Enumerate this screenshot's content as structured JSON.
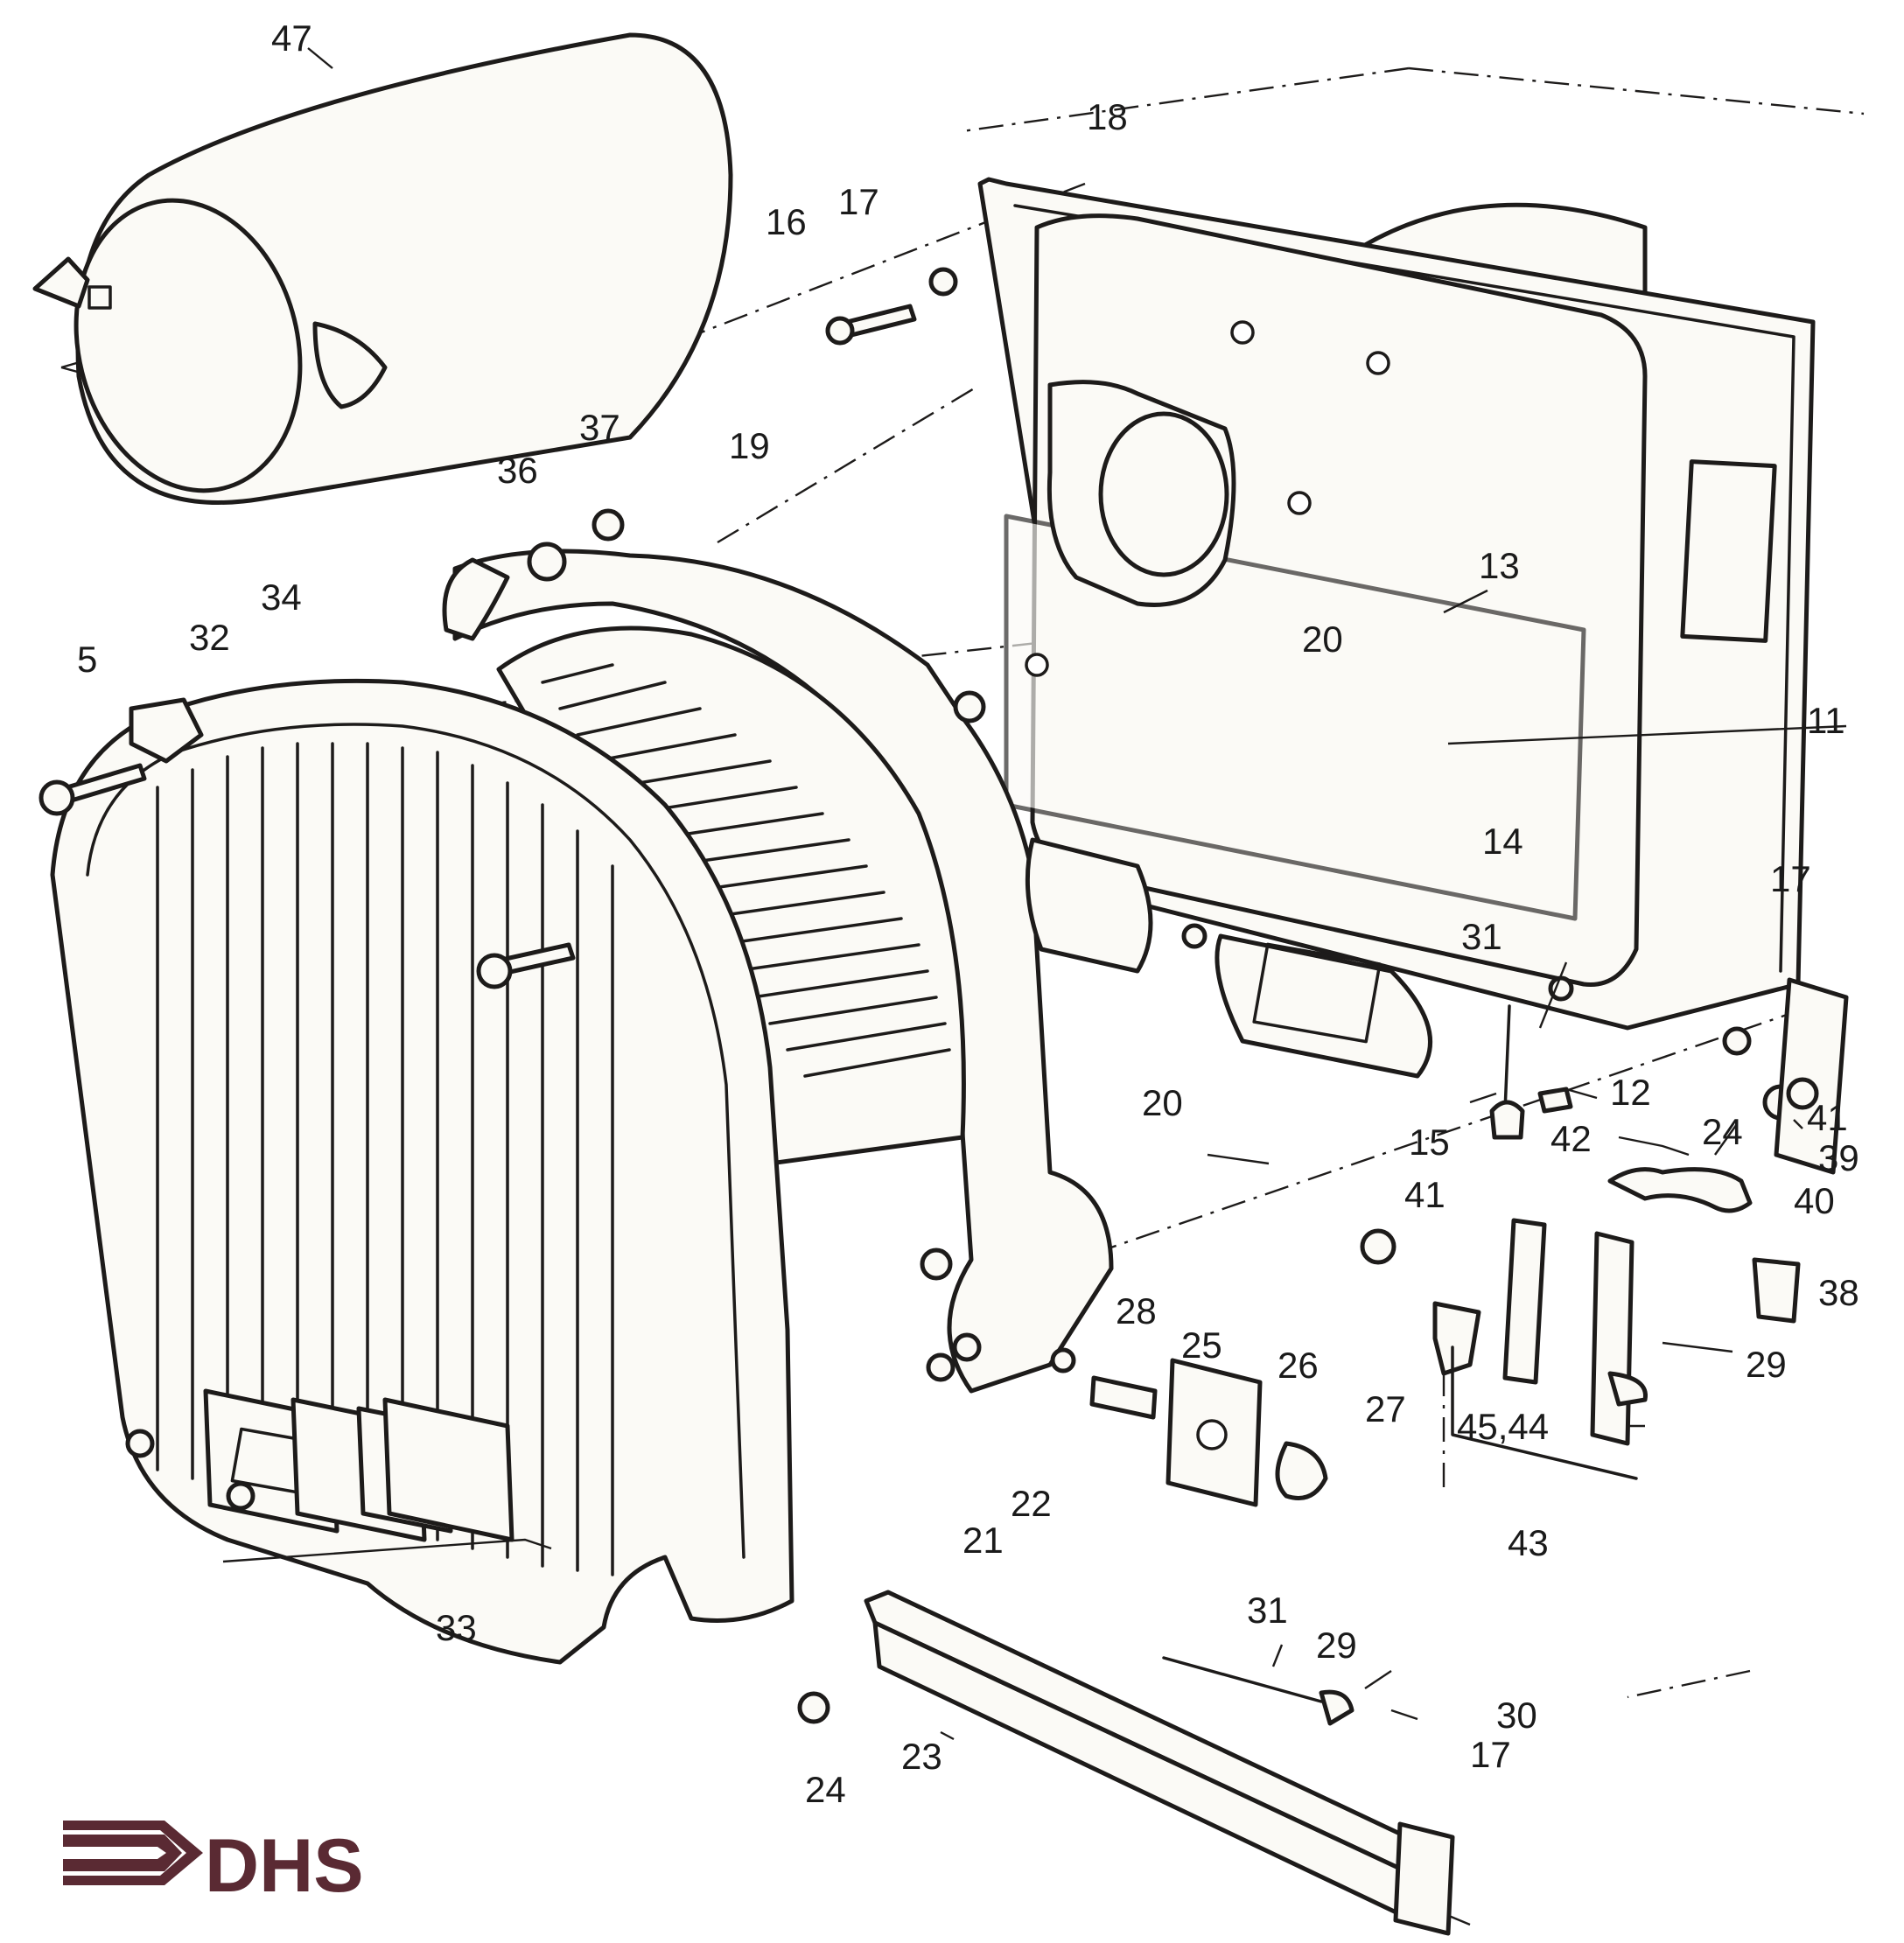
{
  "callouts": [
    "47",
    "18",
    "17",
    "16",
    "37",
    "19",
    "36",
    "34",
    "32",
    "5",
    "13",
    "20",
    "11",
    "14",
    "17",
    "31",
    "12",
    "15",
    "42",
    "24",
    "41",
    "39",
    "40",
    "41",
    "38",
    "28",
    "25",
    "26",
    "27",
    "29",
    "45,44",
    "43",
    "22",
    "21",
    "33",
    "31",
    "29",
    "30",
    "17",
    "24",
    "23",
    "20"
  ],
  "logo": {
    "text": "DHS",
    "color": "#5a2a33"
  },
  "colors": {
    "ink": "#1d1b1a",
    "paper": "#ffffff",
    "part_fill": "#fbfaf6"
  }
}
